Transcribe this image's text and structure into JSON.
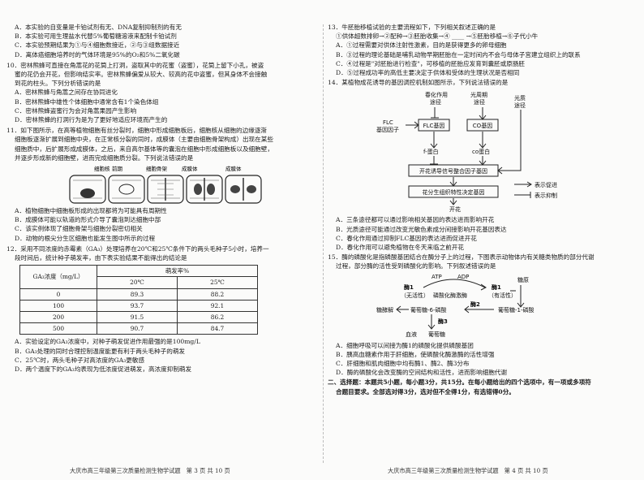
{
  "left": {
    "q9_options": [
      "A．本实验的自变量是卡铂试剂有无、DNA复制抑制剂的有无",
      "B．本实验可用生理盐水代替5%葡萄糖溶液来配制卡铂试剂",
      "C．本实验预期结果为①与④细胞数接近，②与③组数据接近",
      "D．离体癌细胞培养时的气体环境是95%的O₂和5%二氧化碳"
    ],
    "q10_stem": [
      "10．密林熊蜂可直接在角蒿花的花筒上打洞，盗取其中的花蜜（盗蜜），花筒上留下小孔，被盗",
      "蜜的花仍会开花，但影响结实率。密林熊蜂偏爱从较大、较高的花中盗蜜，但其身体不会接触",
      "到花的柱头。下列分析错误的是"
    ],
    "q10_options": [
      "A．密林熊蜂与角蒿之间存在协同进化",
      "B．密林熊蜂中雄性个体细胞中通常含有1个染色体组",
      "C．密林熊蜂盗蜜行为会对角蒿果园产生影响",
      "D．密林熊蜂的打洞行为是为了更好地适应环境而产生的"
    ],
    "q11_stem": [
      "11．如下图所示，在高等植物细胞有丝分裂时，细胞中形成细胞板后，细胞核从细胞的边缘逐渐",
      "细胞板逐渐扩展到细胞中央，在正常核分裂的同时，成膜体（主要由细胞骨架构成）出现在某些",
      "细胞质中，后扩展形成成膜体，之后，来自高尔基体等的囊泡在细胞中形成细胞板以及细胞壁，",
      "并逐步形成新的细胞壁，进而完成细胞质分裂。下列说法错误的是"
    ],
    "q11_fig_labels": [
      "细胞核",
      "前期",
      "细胞骨架",
      "成膜体",
      "成膜体"
    ],
    "q11_options": [
      "A．植物细胞中细胞板形成的出现都将为可能具有周期性",
      "B．成膜体可能以轨道的形式介导了囊泡到达细胞中部",
      "C．该实例体现了细胞骨架与细胞分裂密切相关",
      "D．动物的根尖分生区细胞也能发生图中所示的过程"
    ],
    "q12_stem": [
      "12．采用不同浓度的赤霉素（GA₃）处理培养在20℃和25℃条件下的两头毛种子5小时，培养一",
      "段时间后，统计种子萌发率，由下表实验结果不能得出的结论是"
    ],
    "table": {
      "col1_header": "GA₃浓度（mg/L）",
      "group_header": "萌发率%",
      "sub_headers": [
        "20℃",
        "25℃"
      ],
      "rows": [
        [
          "0",
          "89.3",
          "88.2"
        ],
        [
          "100",
          "93.7",
          "92.1"
        ],
        [
          "200",
          "91.5",
          "86.2"
        ],
        [
          "500",
          "90.7",
          "84.7"
        ]
      ]
    },
    "q12_options": [
      "A．实验设定的GA₃浓度中，对种子萌发促进作用最强的是100mg/L",
      "B．GA₃处理的同时合理控制温度能更有利于两头毛种子的萌发",
      "C．25℃时，两头毛种子对高浓度的GA₃更敏感",
      "D．两个温度下的GA₃均表现为低浓度促进萌发，高浓度抑制萌发"
    ],
    "footer": "大庆市高三年级第三次质量检测生物学试题　第 3 页 共 10 页"
  },
  "right": {
    "q13_stem": [
      "13．牛胚胎移植试验的主要流程如下，下列相关叙述正确的是",
      "①供体超数排卵→②配种→③胚胎收集→④ ____ →⑤胚胎移植→⑥子代小牛"
    ],
    "q13_options": [
      "A．①过程需要对供体注射性激素，目的是获得更多的卵母细胞",
      "B．③过程的理论基础是哺乳动物早期胚胎在一定时间内不会与母体子宫建立组织上的联系",
      "C．④过程是\"对胚胎进行检查\"，可移植的胚胎应发育到囊胚或原肠胚",
      "D．⑤过程成功率的高低主要决定于供体和受体的生理状况是否相同"
    ],
    "q14_stem": "14．某植物成花诱导的基因调控机制如图所示，下列说法错误的是",
    "q14_diagram": {
      "vern": "春化作用",
      "vern2": "途径",
      "photo": "光周期",
      "photo2": "途径",
      "flc_factor": "FLC",
      "flc_factor2": "基因因子",
      "flc_gene": "FLC基因",
      "co_gene": "CO基因",
      "f_protein": "f-蛋白",
      "co_protein": "co蛋白",
      "gib": "光质",
      "gib2": "途径",
      "integ": "开花诱导信号整合因子基因",
      "meri": "花分生组织特性决定基因",
      "flower": "开花",
      "legend_promote": "表示促进",
      "legend_inhibit": "表示抑制"
    },
    "q14_options": [
      "A．三条途径都可以通过影响相关基因的表达进而影响开花",
      "B．光质途径可能通过改变光敏色素成分间接影响开花基因表达",
      "C．春化作用通过抑制FLC基因的表达进而促进开花",
      "D．春化作用可以避免植物在冬天来临之前开花"
    ],
    "q15_stem": [
      "15．酶的磷酸化是指磷酸基团结合在酶分子上的过程，下图表示动物体内有关糖类物质的部分代谢",
      "过程，部分酶的活性受到磷酸化的影响。下列叙述错误的是"
    ],
    "q15_diagram": {
      "atp": "ATP",
      "adp": "ADP",
      "glycogen": "糖原",
      "enz1_inactive": "酶1",
      "enz1_inactive2": "（无活性）",
      "kinase": "磷酸化酶激酶",
      "enz1_active": "酶1",
      "enz1_active2": "（有活性）",
      "lactic": "糖酵解",
      "g6p": "葡萄糖-6-磷酸",
      "enz2": "酶2",
      "g1p": "葡萄糖-1-磷酸",
      "enz3": "酶3",
      "blood": "血液",
      "glucose": "葡萄糖"
    },
    "q15_options": [
      "A．细胞呼吸可以间接为酶1的磷酸化提供磷酸基团",
      "B．胰高血糖素作用于肝细胞，使磷酸化酶激酶的活性增强",
      "C．肝细胞和肌肉细胞中均有酶1、酶2、酶3分布",
      "D．酶的磷酸化会改变酶的空间结构和活性，进而影响细胞代谢"
    ],
    "section2": [
      "二、选择题：本题共5小题，每小题3分，共15分。在每小题给出的四个选项中，有一项或多项符",
      "合题目要求。全部选对得3分，选对但不全得1分，有选错得0分。"
    ],
    "footer": "大庆市高三年级第三次质量检测生物学试题　第 4 页 共 10 页"
  }
}
